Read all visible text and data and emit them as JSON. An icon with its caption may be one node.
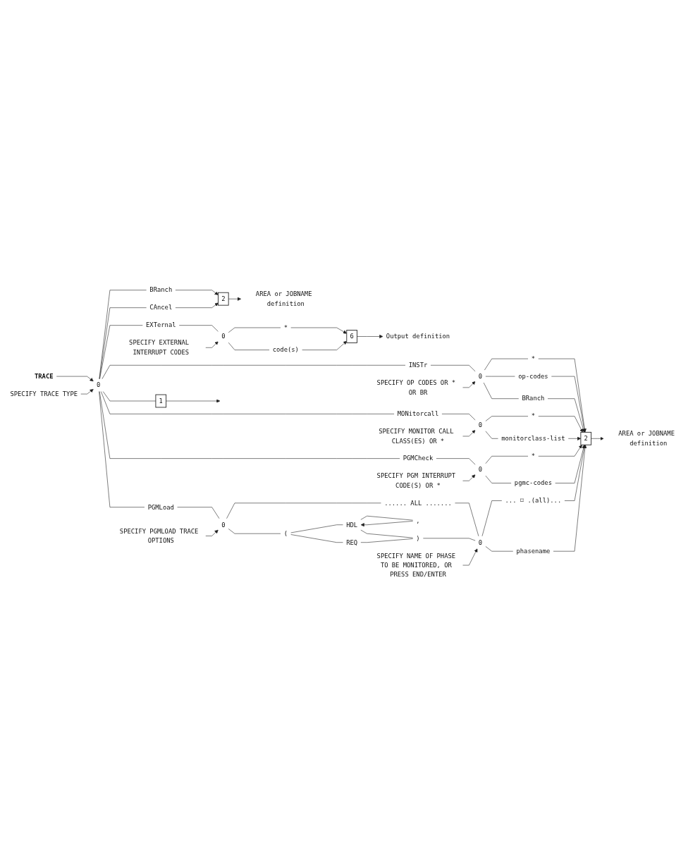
{
  "diagram": {
    "nodes": [
      {
        "text": [
          "TRACE"
        ]
      },
      {
        "text": [
          "SPECIFY TRACE TYPE"
        ]
      },
      {
        "text": [
          "0"
        ]
      },
      {
        "text": [
          "BRanch"
        ]
      },
      {
        "text": [
          "CAncel"
        ]
      },
      {
        "text": [
          "2"
        ]
      },
      {
        "text": [
          "AREA or JOBNAME definition"
        ]
      },
      {
        "text": [
          "SPECIFY EXTERNAL INTERRUPT CODES"
        ]
      },
      {
        "text": [
          "EXTernal"
        ]
      },
      {
        "text": [
          "0"
        ]
      },
      {
        "text": [
          "*"
        ]
      },
      {
        "text": [
          "code(s)"
        ]
      },
      {
        "text": [
          "6"
        ]
      },
      {
        "text": [
          "Output definition"
        ]
      },
      {
        "text": [
          "SPECIFY OP CODES OR * OR BR"
        ]
      },
      {
        "text": [
          "INSTr"
        ]
      },
      {
        "text": [
          "0"
        ]
      },
      {
        "text": [
          "*"
        ]
      },
      {
        "text": [
          "op-codes"
        ]
      },
      {
        "text": [
          "BRanch"
        ]
      },
      {
        "text": [
          "SPECIFY MONITOR CALL CLASS(ES) OR *"
        ]
      },
      {
        "text": [
          "MONitorcall"
        ]
      },
      {
        "text": [
          "0"
        ]
      },
      {
        "text": [
          "*"
        ]
      },
      {
        "text": [
          "monitorclass-list"
        ]
      },
      {
        "text": [
          "SPECIFY PGM INTERRUPT CODE(S) OR *"
        ]
      },
      {
        "text": [
          "PGMCheck"
        ]
      },
      {
        "text": [
          "0"
        ]
      },
      {
        "text": [
          "*"
        ]
      },
      {
        "text": [
          "pgmc-codes"
        ]
      },
      {
        "text": [
          "SPECIFY PGMLOAD TRACE OPTIONS"
        ]
      },
      {
        "text": [
          "PGMLoad"
        ]
      },
      {
        "text": [
          "0"
        ]
      },
      {
        "text": [
          "...... ALL ......."
        ]
      },
      {
        "text": [
          "("
        ]
      },
      {
        "text": [
          ","
        ]
      },
      {
        "text": [
          "HDL"
        ]
      },
      {
        "text": [
          "REQ"
        ]
      },
      {
        "text": [
          ")"
        ]
      },
      {
        "text": [
          "SPECIFY NAME OF PHASE TO BE MONITORED, OR PRESS END/ENTER"
        ]
      },
      {
        "text": [
          "0"
        ]
      },
      {
        "text": [
          "... ⌑ .(all)..."
        ]
      },
      {
        "text": [
          "phasename"
        ]
      },
      {
        "text": [
          "2"
        ]
      },
      {
        "text": [
          "AREA or JOBNAME definition"
        ]
      },
      {
        "text": [
          "1"
        ]
      }
    ],
    "edges": [
      {
        "from": 0,
        "to": 2,
        "arrow": "to"
      },
      {
        "from": 1,
        "to": 2,
        "arrow": "to"
      },
      {
        "from": 2,
        "to": 3,
        "arrow": "none"
      },
      {
        "from": 2,
        "to": 4,
        "arrow": "none"
      },
      {
        "from": 3,
        "to": 5,
        "arrow": "to"
      },
      {
        "from": 4,
        "to": 5,
        "arrow": "to"
      },
      {
        "from": 5,
        "to": 6,
        "arrow": "to"
      },
      {
        "from": 2,
        "to": 8,
        "arrow": "none"
      },
      {
        "from": 8,
        "to": 9,
        "arrow": "none"
      },
      {
        "from": 7,
        "to": 9,
        "arrow": "to"
      },
      {
        "from": 9,
        "to": 10,
        "arrow": "none"
      },
      {
        "from": 9,
        "to": 11,
        "arrow": "none"
      },
      {
        "from": 10,
        "to": 12,
        "arrow": "to"
      },
      {
        "from": 11,
        "to": 12,
        "arrow": "to"
      },
      {
        "from": 12,
        "to": 13,
        "arrow": "to"
      },
      {
        "from": 2,
        "to": 15,
        "arrow": "none"
      },
      {
        "from": 15,
        "to": 16,
        "arrow": "none"
      },
      {
        "from": 14,
        "to": 16,
        "arrow": "to"
      },
      {
        "from": 16,
        "to": 17,
        "arrow": "none"
      },
      {
        "from": 16,
        "to": 18,
        "arrow": "none"
      },
      {
        "from": 16,
        "to": 19,
        "arrow": "none"
      },
      {
        "from": 17,
        "to": 43,
        "arrow": "to"
      },
      {
        "from": 18,
        "to": 43,
        "arrow": "to"
      },
      {
        "from": 19,
        "to": 43,
        "arrow": "to"
      },
      {
        "from": 2,
        "to": 21,
        "arrow": "none"
      },
      {
        "from": 21,
        "to": 22,
        "arrow": "none"
      },
      {
        "from": 20,
        "to": 22,
        "arrow": "to"
      },
      {
        "from": 22,
        "to": 23,
        "arrow": "none"
      },
      {
        "from": 22,
        "to": 24,
        "arrow": "none"
      },
      {
        "from": 23,
        "to": 43,
        "arrow": "to"
      },
      {
        "from": 24,
        "to": 43,
        "arrow": "to"
      },
      {
        "from": 2,
        "to": 26,
        "arrow": "none"
      },
      {
        "from": 26,
        "to": 27,
        "arrow": "none"
      },
      {
        "from": 25,
        "to": 27,
        "arrow": "to"
      },
      {
        "from": 27,
        "to": 28,
        "arrow": "none"
      },
      {
        "from": 27,
        "to": 29,
        "arrow": "none"
      },
      {
        "from": 28,
        "to": 43,
        "arrow": "to"
      },
      {
        "from": 29,
        "to": 43,
        "arrow": "to"
      },
      {
        "from": 2,
        "to": 31,
        "arrow": "none"
      },
      {
        "from": 31,
        "to": 32,
        "arrow": "none"
      },
      {
        "from": 30,
        "to": 32,
        "arrow": "to"
      },
      {
        "from": 32,
        "to": 33,
        "arrow": "none"
      },
      {
        "from": 32,
        "to": 34,
        "arrow": "none"
      },
      {
        "from": 34,
        "to": 36,
        "arrow": "none"
      },
      {
        "from": 34,
        "to": 37,
        "arrow": "none"
      },
      {
        "from": 36,
        "to": 35,
        "arrow": "none"
      },
      {
        "from": 35,
        "to": 36,
        "arrow": "to"
      },
      {
        "from": 36,
        "to": 38,
        "arrow": "none"
      },
      {
        "from": 37,
        "to": 38,
        "arrow": "none"
      },
      {
        "from": 33,
        "to": 40,
        "arrow": "none"
      },
      {
        "from": 38,
        "to": 40,
        "arrow": "none"
      },
      {
        "from": 39,
        "to": 40,
        "arrow": "to"
      },
      {
        "from": 40,
        "to": 41,
        "arrow": "none"
      },
      {
        "from": 40,
        "to": 42,
        "arrow": "none"
      },
      {
        "from": 41,
        "to": 43,
        "arrow": "to"
      },
      {
        "from": 42,
        "to": 43,
        "arrow": "to"
      },
      {
        "from": 43,
        "to": 44,
        "arrow": "to"
      },
      {
        "from": 2,
        "to": 45,
        "arrow": "none"
      },
      {
        "from": 45,
        "to": null,
        "arrow": "to"
      }
    ]
  }
}
